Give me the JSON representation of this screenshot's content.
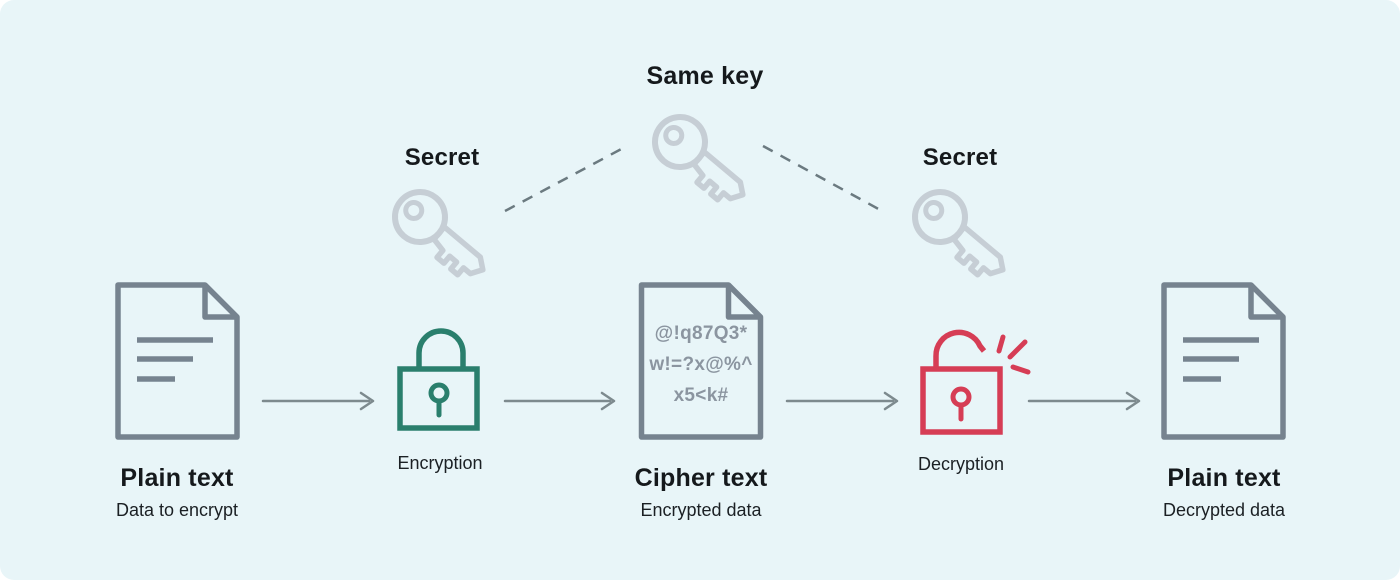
{
  "top": {
    "same_key_label": "Same key",
    "secret_left_label": "Secret",
    "secret_right_label": "Secret"
  },
  "flow": {
    "plain_left": {
      "title": "Plain text",
      "subtitle": "Data to encrypt"
    },
    "encryption": {
      "label": "Encryption"
    },
    "cipher": {
      "title": "Cipher text",
      "subtitle": "Encrypted data",
      "lines": [
        "@!q87Q3*",
        "w!=?x@%^",
        "x5<k#"
      ]
    },
    "decryption": {
      "label": "Decryption"
    },
    "plain_right": {
      "title": "Plain text",
      "subtitle": "Decrypted data"
    }
  },
  "icons": {
    "key": "key-icon",
    "document": "document-icon",
    "lock_closed": "closed-padlock-icon",
    "lock_open": "open-padlock-icon",
    "arrow": "arrow-right-icon",
    "burst": "unlock-burst-icon"
  },
  "colors": {
    "background": "#e8f5f8",
    "heading_text": "#15191c",
    "document_stroke": "#76838f",
    "key_stroke": "#c6ced5",
    "dashed_line": "#6b7a80",
    "arrow": "#7d8a8e",
    "encryption_green": "#2a7f6d",
    "decryption_red": "#d63d55",
    "cipher_text_gray": "#8b95a0"
  }
}
